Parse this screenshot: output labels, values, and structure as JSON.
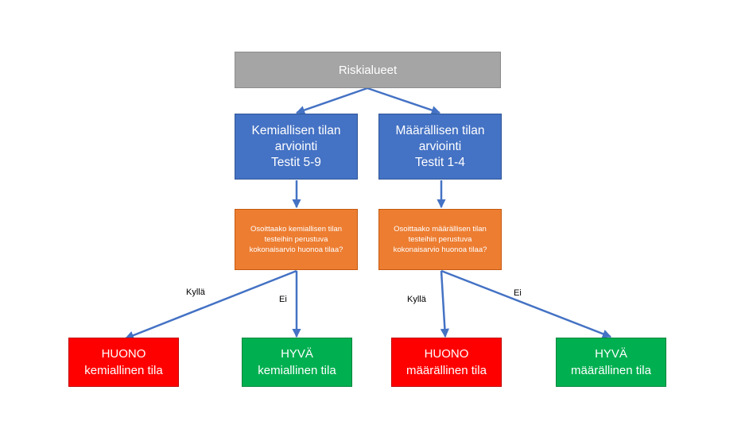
{
  "nodes": {
    "root": {
      "lines": [
        "Riskialueet"
      ]
    },
    "chem_eval": {
      "lines": [
        "Kemiallisen tilan",
        "arviointi",
        "Testit 5-9"
      ]
    },
    "quant_eval": {
      "lines": [
        "Määrällisen tilan",
        "arviointi",
        "Testit 1-4"
      ]
    },
    "chem_question": {
      "lines": [
        "Osoittaako kemiallisen tilan",
        "testeihin perustuva",
        "kokonaisarvio  huonoa tilaa?"
      ]
    },
    "quant_question": {
      "lines": [
        "Osoittaako määrällisen tilan",
        "testeihin perustuva",
        "kokonaisarvio  huonoa tilaa?"
      ]
    },
    "chem_bad": {
      "lines": [
        "HUONO",
        "kemiallinen tila"
      ]
    },
    "chem_good": {
      "lines": [
        "HYVÄ",
        "kemiallinen tila"
      ]
    },
    "quant_bad": {
      "lines": [
        "HUONO",
        "määrällinen tila"
      ]
    },
    "quant_good": {
      "lines": [
        "HYVÄ",
        "määrällinen tila"
      ]
    }
  },
  "edge_labels": {
    "chem_yes": "Kyllä",
    "chem_no": "Ei",
    "quant_yes": "Kyllä",
    "quant_no": "Ei"
  },
  "colors": {
    "arrow": "#4472c4",
    "root": "#a5a5a5",
    "evaluation": "#4472c4",
    "question": "#ed7d31",
    "bad": "#ff0000",
    "good": "#00b050"
  }
}
